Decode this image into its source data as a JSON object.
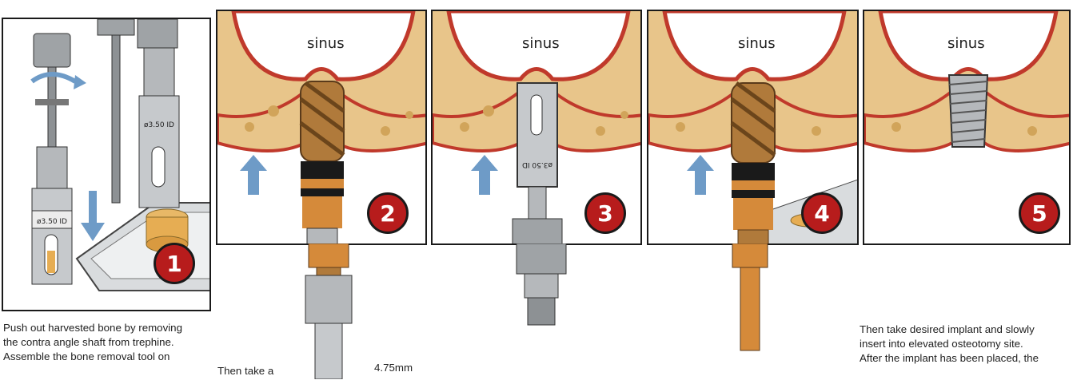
{
  "header": {
    "partial_title": ""
  },
  "labels": {
    "sinus": "sinus"
  },
  "steps": [
    {
      "number": "1"
    },
    {
      "number": "2"
    },
    {
      "number": "3"
    },
    {
      "number": "4"
    },
    {
      "number": "5"
    }
  ],
  "instrument_marks": {
    "trephine_diameter_1": "ø3.50 ID",
    "trephine_diameter_2": "ø3.50 ID",
    "trephine_diameter_3": "ø3.50 ID"
  },
  "captions": {
    "left": "Push out harvested bone by removing\nthe contra angle shaft from trephine.\nAssemble the bone removal tool on",
    "middle_a": "Then take a",
    "middle_b": "4.75mm",
    "right": "Then take desired implant and slowly\ninsert into elevated osteotomy site.\nAfter the implant has been placed, the"
  },
  "colors": {
    "gum": "#f4c8a6",
    "bone": "#e8c58a",
    "gum_outline": "#c0392b",
    "badge": "#b71c1c",
    "arrow": "#6e9bc7",
    "metal": "#b5b8bb",
    "drill_bronze": "#b07a3b"
  }
}
